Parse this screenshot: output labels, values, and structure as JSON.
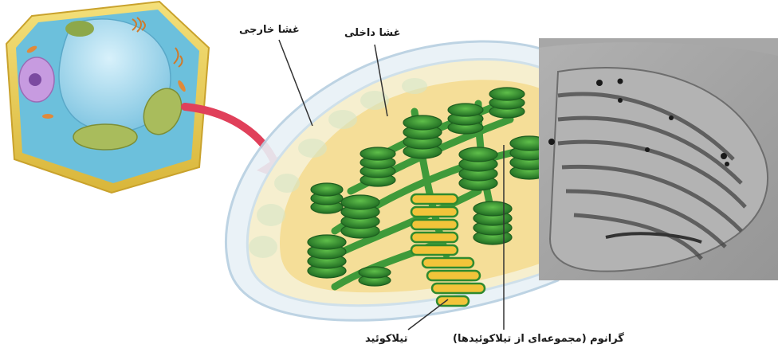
{
  "labels": {
    "outer_membrane": "غشا خارجی",
    "inner_membrane": "غشا داخلی",
    "thylakoid": "تیلاکوئید",
    "granum": "گرانوم (مجموعه‌ای از تیلاکوئیدها)"
  },
  "colors": {
    "cell_wall": "#e6c94f",
    "cytoplasm": "#5cb8d6",
    "vacuole": "#9fd6ec",
    "chloroplast_small": "#a7b85a",
    "arrow": "#e0405a",
    "outer_membrane": "#cfe3ef",
    "stroma": "#f3d98a",
    "grana": "#2f8a2f",
    "thylakoid_highlight": "#f2c43a",
    "micrograph": "#9a9a9a"
  }
}
